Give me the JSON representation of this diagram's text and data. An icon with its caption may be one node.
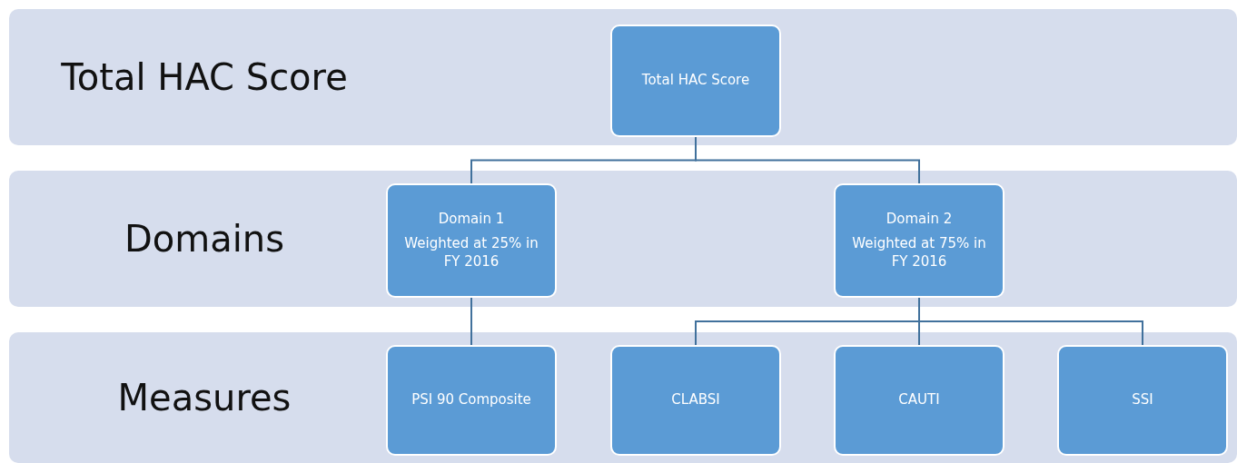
{
  "diagram": {
    "nodes": [
      {
        "text": [
          "Total HAC Score"
        ]
      },
      {
        "text": [
          "Total HAC Score"
        ],
        "in": 0
      },
      {
        "text": [
          "Domains"
        ]
      },
      {
        "text": [
          "Domain 1",
          "Weighted at 25% in FY 2016"
        ],
        "in": 2
      },
      {
        "text": [
          "Domain 2",
          "Weighted at 75% in FY 2016"
        ],
        "in": 2
      },
      {
        "text": [
          "Measures"
        ]
      },
      {
        "text": [
          "PSI 90 Composite"
        ],
        "in": 5
      },
      {
        "text": [
          "CLABSI"
        ],
        "in": 5
      },
      {
        "text": [
          "CAUTI"
        ],
        "in": 5
      },
      {
        "text": [
          "SSI"
        ],
        "in": 5
      }
    ],
    "edges": [
      {
        "from": 1,
        "to": 3,
        "arrow": "none"
      },
      {
        "from": 1,
        "to": 4,
        "arrow": "none"
      },
      {
        "from": 3,
        "to": 6,
        "arrow": "none"
      },
      {
        "from": 4,
        "to": 7,
        "arrow": "none"
      },
      {
        "from": 4,
        "to": 8,
        "arrow": "none"
      },
      {
        "from": 4,
        "to": 9,
        "arrow": "none"
      }
    ]
  }
}
